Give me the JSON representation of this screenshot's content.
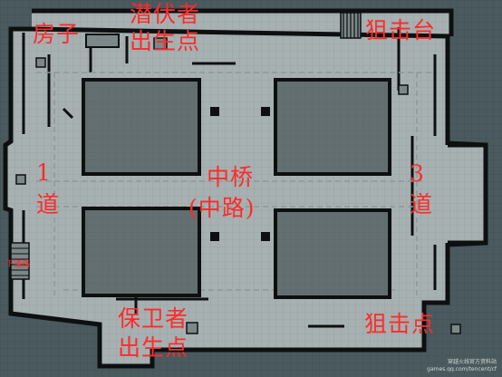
{
  "labels": {
    "house": "房子",
    "infiltrator_spawn_1": "潜伏者",
    "infiltrator_spawn_2": "出生点",
    "sniper_platform": "狙击台",
    "lane1_num": "1",
    "lane1_word": "道",
    "middle_1": "中桥",
    "middle_2": "(中路)",
    "lane3_num": "3",
    "lane3_word": "道",
    "stairs": "下通路",
    "defender_spawn_1": "保卫者",
    "defender_spawn_2": "出生点",
    "sniper_point": "狙击点"
  },
  "watermark": {
    "line1": "穿越火线官方资料站",
    "line2": "games.qq.com/tencent/cf"
  },
  "colors": {
    "outer": "#4a5a5e",
    "wall": "#0d1010",
    "floor": "#a7b1b1",
    "block": "#646f71",
    "label": "#ff2a2a"
  }
}
